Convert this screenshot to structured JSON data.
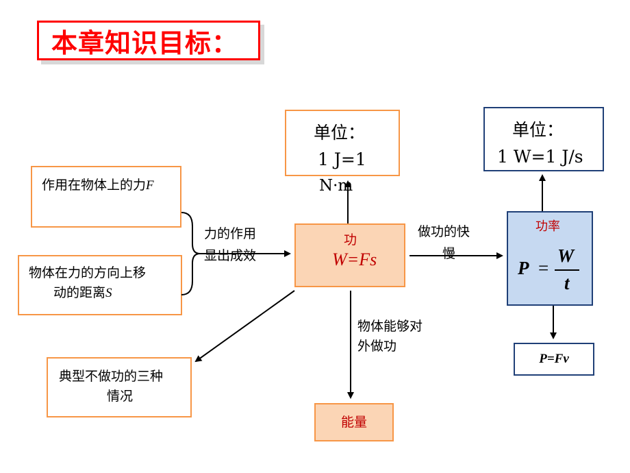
{
  "title": "本章知识目标：",
  "unit_work": {
    "label": "单位：",
    "formula": "1 J=1",
    "overflow": "N·m"
  },
  "unit_power": {
    "label": "单位：",
    "formula": "1 W=1 J/s"
  },
  "force_box": {
    "text": "作用在物体上的力",
    "symbol": "F"
  },
  "distance_box": {
    "line1": "物体在力的方向上移",
    "line2": "动的距离",
    "symbol": "S"
  },
  "effect_label": {
    "line1": "力的作用",
    "line2": "显出成效"
  },
  "work_box": {
    "name": "功",
    "formula": "W=Fs"
  },
  "speed_label": {
    "line1": "做功的快",
    "line2": "慢"
  },
  "power_box": {
    "name": "功率",
    "p": "P",
    "eq": "=",
    "w": "W",
    "t": "t"
  },
  "pfv_box": {
    "formula": "P=Fv"
  },
  "energy_label": {
    "line1": "物体能够对",
    "line2": "外做功"
  },
  "no_work_box": {
    "line1": "典型不做功的三种",
    "line2": "情况"
  },
  "energy_box": {
    "text": "能量"
  },
  "colors": {
    "title": "#ff0000",
    "orange_border": "#f79646",
    "orange_fill": "#fbd5b5",
    "blue_border": "#1f3f77",
    "blue_fill": "#c6d9f1",
    "red_text": "#c00000"
  }
}
